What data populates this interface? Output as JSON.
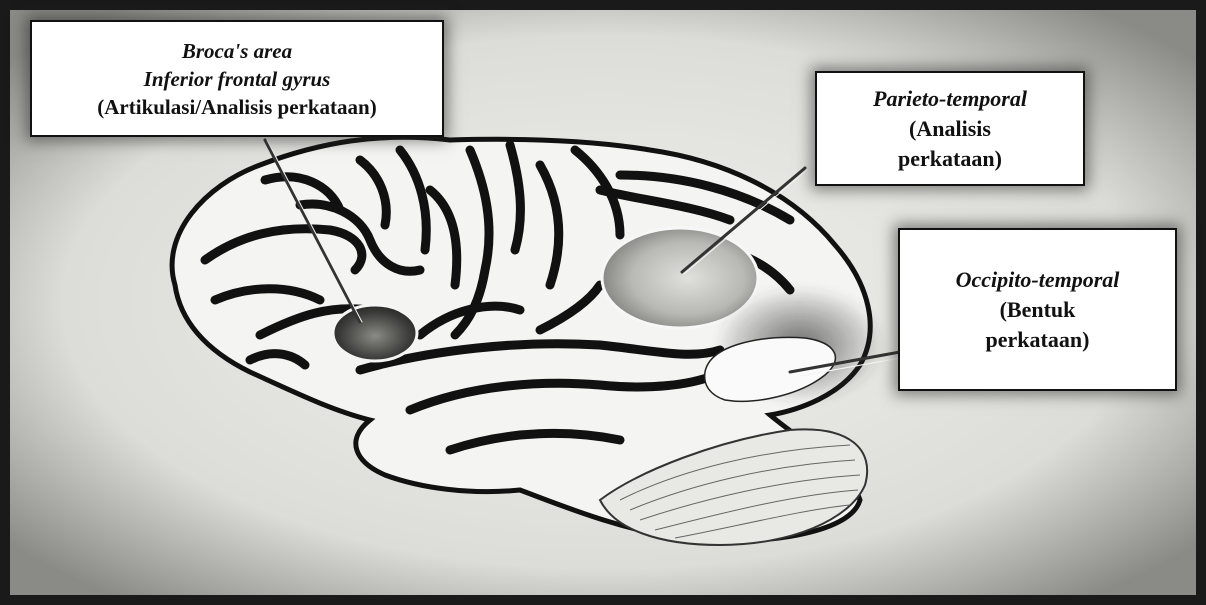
{
  "labels": {
    "broca": {
      "line1": "Broca's area",
      "line2": "Inferior frontal gyrus",
      "line3": "(Artikulasi/Analisis perkataan)"
    },
    "parieto": {
      "line1": "Parieto-temporal",
      "line2": "(Analisis",
      "line3": "perkataan)"
    },
    "occipito": {
      "line1": "Occipito-temporal",
      "line2": "(Bentuk",
      "line3": "perkataan)"
    }
  },
  "colors": {
    "background": "#e9e9e6",
    "frame": "#1a1a1a",
    "brain_fill": "#f4f4f2",
    "sulci": "#111111",
    "highlight_outline": "#f7f7f7",
    "box_fill": "#ffffff"
  }
}
